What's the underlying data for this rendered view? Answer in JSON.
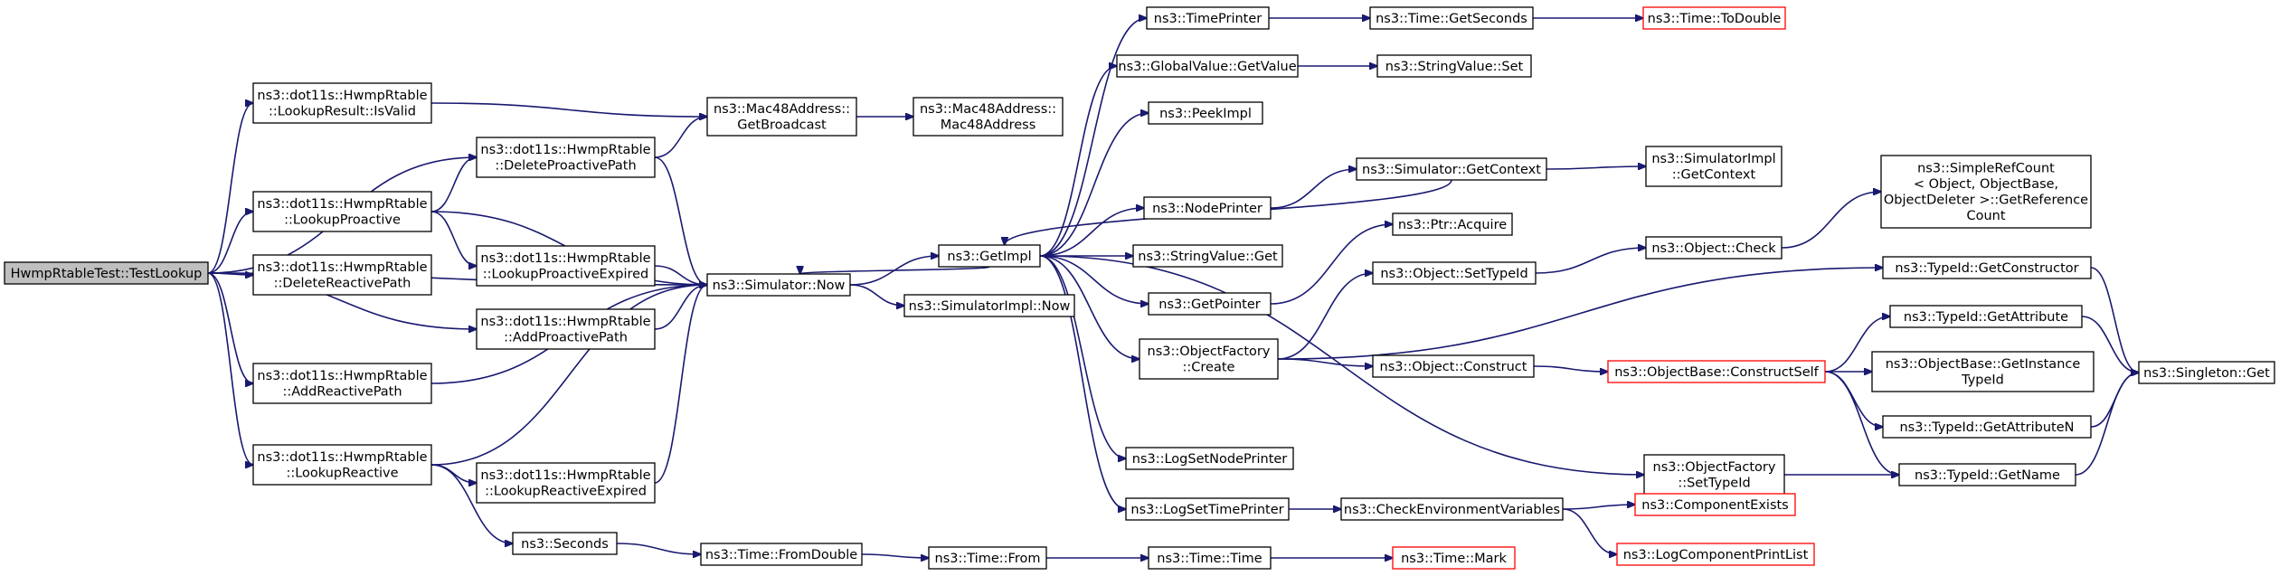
{
  "graph": {
    "nodes": [
      {
        "id": "root",
        "lines": [
          "HwmpRtableTest::TestLookup"
        ],
        "style": "root"
      },
      {
        "id": "isvalid",
        "lines": [
          "ns3::dot11s::HwmpRtable",
          "::LookupResult::IsValid"
        ]
      },
      {
        "id": "lookproact",
        "lines": [
          "ns3::dot11s::HwmpRtable",
          "::LookupProactive"
        ]
      },
      {
        "id": "delreact",
        "lines": [
          "ns3::dot11s::HwmpRtable",
          "::DeleteReactivePath"
        ]
      },
      {
        "id": "addreact",
        "lines": [
          "ns3::dot11s::HwmpRtable",
          "::AddReactivePath"
        ]
      },
      {
        "id": "lookreact",
        "lines": [
          "ns3::dot11s::HwmpRtable",
          "::LookupReactive"
        ]
      },
      {
        "id": "delproact",
        "lines": [
          "ns3::dot11s::HwmpRtable",
          "::DeleteProactivePath"
        ]
      },
      {
        "id": "lookproactexp",
        "lines": [
          "ns3::dot11s::HwmpRtable",
          "::LookupProactiveExpired"
        ]
      },
      {
        "id": "addproact",
        "lines": [
          "ns3::dot11s::HwmpRtable",
          "::AddProactivePath"
        ]
      },
      {
        "id": "lookreactexp",
        "lines": [
          "ns3::dot11s::HwmpRtable",
          "::LookupReactiveExpired"
        ]
      },
      {
        "id": "seconds",
        "lines": [
          "ns3::Seconds"
        ]
      },
      {
        "id": "getbroadcast",
        "lines": [
          "ns3::Mac48Address::",
          "GetBroadcast"
        ]
      },
      {
        "id": "simnow",
        "lines": [
          "ns3::Simulator::Now"
        ]
      },
      {
        "id": "fromdouble",
        "lines": [
          "ns3::Time::FromDouble"
        ]
      },
      {
        "id": "mac48ctor",
        "lines": [
          "ns3::Mac48Address::",
          "Mac48Address"
        ]
      },
      {
        "id": "getimpl",
        "lines": [
          "ns3::GetImpl"
        ]
      },
      {
        "id": "simimplnow",
        "lines": [
          "ns3::SimulatorImpl::Now"
        ]
      },
      {
        "id": "timefrom",
        "lines": [
          "ns3::Time::From"
        ]
      },
      {
        "id": "timeprinter",
        "lines": [
          "ns3::TimePrinter"
        ]
      },
      {
        "id": "gvgetvalue",
        "lines": [
          "ns3::GlobalValue::GetValue"
        ]
      },
      {
        "id": "peekimpl",
        "lines": [
          "ns3::PeekImpl"
        ]
      },
      {
        "id": "nodeprinter",
        "lines": [
          "ns3::NodePrinter"
        ]
      },
      {
        "id": "svget",
        "lines": [
          "ns3::StringValue::Get"
        ]
      },
      {
        "id": "getpointer",
        "lines": [
          "ns3::GetPointer"
        ]
      },
      {
        "id": "ofcreate",
        "lines": [
          "ns3::ObjectFactory",
          "::Create"
        ]
      },
      {
        "id": "logsetnode",
        "lines": [
          "ns3::LogSetNodePrinter"
        ]
      },
      {
        "id": "logsettime",
        "lines": [
          "ns3::LogSetTimePrinter"
        ]
      },
      {
        "id": "timetime",
        "lines": [
          "ns3::Time::Time"
        ]
      },
      {
        "id": "getseconds",
        "lines": [
          "ns3::Time::GetSeconds"
        ]
      },
      {
        "id": "svset",
        "lines": [
          "ns3::StringValue::Set"
        ]
      },
      {
        "id": "simgetctx",
        "lines": [
          "ns3::Simulator::GetContext"
        ]
      },
      {
        "id": "ptracquire",
        "lines": [
          "ns3::Ptr::Acquire"
        ]
      },
      {
        "id": "objsettypeid",
        "lines": [
          "ns3::Object::SetTypeId"
        ]
      },
      {
        "id": "objconstruct",
        "lines": [
          "ns3::Object::Construct"
        ]
      },
      {
        "id": "checkenv",
        "lines": [
          "ns3::CheckEnvironmentVariables"
        ]
      },
      {
        "id": "timemark",
        "lines": [
          "ns3::Time::Mark"
        ],
        "style": "red"
      },
      {
        "id": "todouble",
        "lines": [
          "ns3::Time::ToDouble"
        ],
        "style": "red"
      },
      {
        "id": "simimplgetctx",
        "lines": [
          "ns3::SimulatorImpl",
          "::GetContext"
        ]
      },
      {
        "id": "objcheck",
        "lines": [
          "ns3::Object::Check"
        ]
      },
      {
        "id": "obconstructself",
        "lines": [
          "ns3::ObjectBase::ConstructSelf"
        ],
        "style": "red"
      },
      {
        "id": "ofsettypeid",
        "lines": [
          "ns3::ObjectFactory",
          "::SetTypeId"
        ]
      },
      {
        "id": "compexists",
        "lines": [
          "ns3::ComponentExists"
        ],
        "style": "red"
      },
      {
        "id": "logcompprint",
        "lines": [
          "ns3::LogComponentPrintList"
        ],
        "style": "red"
      },
      {
        "id": "refcount",
        "lines": [
          "ns3::SimpleRefCount",
          "< Object, ObjectBase,",
          " ObjectDeleter >::GetReference",
          "Count"
        ]
      },
      {
        "id": "getconstructor",
        "lines": [
          "ns3::TypeId::GetConstructor"
        ]
      },
      {
        "id": "getattribute",
        "lines": [
          "ns3::TypeId::GetAttribute"
        ]
      },
      {
        "id": "getinstance",
        "lines": [
          "ns3::ObjectBase::GetInstance",
          "TypeId"
        ]
      },
      {
        "id": "getattributen",
        "lines": [
          "ns3::TypeId::GetAttributeN"
        ]
      },
      {
        "id": "getname",
        "lines": [
          "ns3::TypeId::GetName"
        ]
      },
      {
        "id": "singleton",
        "lines": [
          "ns3::Singleton::Get"
        ]
      }
    ],
    "edges": [
      [
        "root",
        "isvalid"
      ],
      [
        "root",
        "lookproact"
      ],
      [
        "root",
        "delreact"
      ],
      [
        "root",
        "addreact"
      ],
      [
        "root",
        "lookreact"
      ],
      [
        "root",
        "delproact"
      ],
      [
        "root",
        "addproact"
      ],
      [
        "root",
        "simnow"
      ],
      [
        "isvalid",
        "getbroadcast"
      ],
      [
        "lookproact",
        "delproact"
      ],
      [
        "lookproact",
        "lookproactexp"
      ],
      [
        "lookproact",
        "simnow"
      ],
      [
        "addreact",
        "simnow"
      ],
      [
        "lookreact",
        "simnow"
      ],
      [
        "lookreact",
        "lookreactexp"
      ],
      [
        "lookreact",
        "seconds"
      ],
      [
        "delproact",
        "getbroadcast"
      ],
      [
        "delproact",
        "simnow"
      ],
      [
        "lookproactexp",
        "simnow"
      ],
      [
        "addproact",
        "simnow"
      ],
      [
        "lookreactexp",
        "simnow"
      ],
      [
        "seconds",
        "fromdouble"
      ],
      [
        "getbroadcast",
        "mac48ctor"
      ],
      [
        "simnow",
        "getimpl"
      ],
      [
        "simnow",
        "simimplnow"
      ],
      [
        "fromdouble",
        "timefrom"
      ],
      [
        "timefrom",
        "timetime"
      ],
      [
        "timetime",
        "timemark"
      ],
      [
        "getimpl",
        "simnow"
      ],
      [
        "getimpl",
        "timeprinter"
      ],
      [
        "getimpl",
        "gvgetvalue"
      ],
      [
        "getimpl",
        "peekimpl"
      ],
      [
        "getimpl",
        "nodeprinter"
      ],
      [
        "getimpl",
        "svget"
      ],
      [
        "getimpl",
        "getpointer"
      ],
      [
        "getimpl",
        "ofcreate"
      ],
      [
        "getimpl",
        "logsetnode"
      ],
      [
        "getimpl",
        "logsettime"
      ],
      [
        "getimpl",
        "ofsettypeid"
      ],
      [
        "timeprinter",
        "getseconds"
      ],
      [
        "getseconds",
        "todouble"
      ],
      [
        "gvgetvalue",
        "svset"
      ],
      [
        "nodeprinter",
        "simgetctx"
      ],
      [
        "simgetctx",
        "getimpl"
      ],
      [
        "simgetctx",
        "simimplgetctx"
      ],
      [
        "getpointer",
        "ptracquire"
      ],
      [
        "ofcreate",
        "objsettypeid"
      ],
      [
        "ofcreate",
        "objconstruct"
      ],
      [
        "ofcreate",
        "getconstructor"
      ],
      [
        "logsettime",
        "checkenv"
      ],
      [
        "checkenv",
        "compexists"
      ],
      [
        "checkenv",
        "logcompprint"
      ],
      [
        "objsettypeid",
        "objcheck"
      ],
      [
        "objcheck",
        "refcount"
      ],
      [
        "objconstruct",
        "obconstructself"
      ],
      [
        "obconstructself",
        "getattribute"
      ],
      [
        "obconstructself",
        "getinstance"
      ],
      [
        "obconstructself",
        "getattributen"
      ],
      [
        "obconstructself",
        "getname"
      ],
      [
        "ofsettypeid",
        "getname"
      ],
      [
        "getconstructor",
        "singleton"
      ],
      [
        "getattribute",
        "singleton"
      ],
      [
        "getattributen",
        "singleton"
      ],
      [
        "getname",
        "singleton"
      ]
    ]
  }
}
